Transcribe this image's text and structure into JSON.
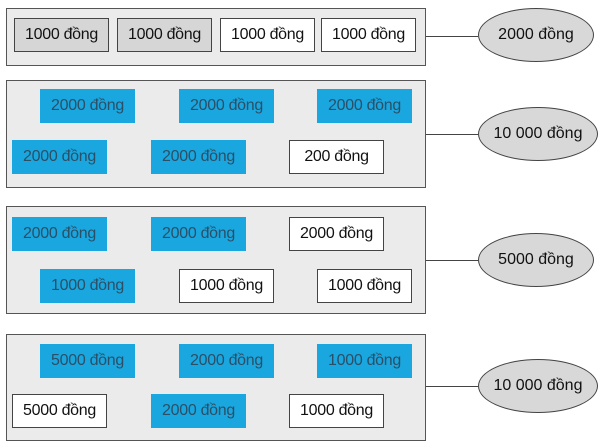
{
  "groups": [
    {
      "notes": [
        {
          "label": "1000 đồng",
          "style": "gray"
        },
        {
          "label": "1000 đồng",
          "style": "gray"
        },
        {
          "label": "1000 đồng",
          "style": "white"
        },
        {
          "label": "1000 đồng",
          "style": "white"
        }
      ],
      "total": "2000 đồng"
    },
    {
      "notes": [
        {
          "label": "2000 đồng",
          "style": "blue"
        },
        {
          "label": "2000 đồng",
          "style": "blue"
        },
        {
          "label": "2000 đồng",
          "style": "blue"
        },
        {
          "label": "2000 đồng",
          "style": "blue"
        },
        {
          "label": "2000 đồng",
          "style": "blue"
        },
        {
          "label": "200 đồng",
          "style": "white"
        }
      ],
      "total": "10 000 đồng"
    },
    {
      "notes": [
        {
          "label": "2000 đồng",
          "style": "blue"
        },
        {
          "label": "2000 đồng",
          "style": "blue"
        },
        {
          "label": "2000 đồng",
          "style": "white"
        },
        {
          "label": "1000 đồng",
          "style": "blue"
        },
        {
          "label": "1000 đồng",
          "style": "white"
        },
        {
          "label": "1000 đồng",
          "style": "white"
        }
      ],
      "total": "5000 đồng"
    },
    {
      "notes": [
        {
          "label": "5000 đồng",
          "style": "blue"
        },
        {
          "label": "2000 đồng",
          "style": "blue"
        },
        {
          "label": "1000 đồng",
          "style": "blue"
        },
        {
          "label": "5000 đồng",
          "style": "white"
        },
        {
          "label": "2000 đồng",
          "style": "blue"
        },
        {
          "label": "1000 đồng",
          "style": "white"
        }
      ],
      "total": "10 000 đồng"
    }
  ]
}
